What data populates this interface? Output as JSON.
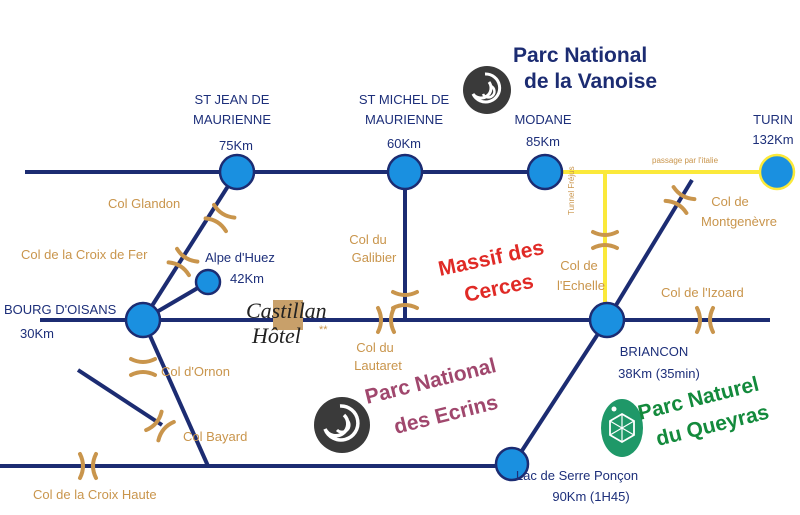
{
  "colors": {
    "road": "#1c2c72",
    "italy_road": "#fbe93a",
    "town_fill": "#1a90e0",
    "town_text": "#1d2f7a",
    "pass_text": "#c9954c",
    "pass_mark": "#c9954c",
    "vanoise": "#1c2c72",
    "cerces": "#e02a26",
    "ecrins": "#a0476d",
    "queyras": "#138a3c"
  },
  "towns": {
    "st_jean": {
      "name_line1": "ST JEAN DE",
      "name_line2": "MAURIENNE",
      "distance": "75Km"
    },
    "st_michel": {
      "name_line1": "ST MICHEL DE",
      "name_line2": "MAURIENNE",
      "distance": "60Km"
    },
    "modane": {
      "name": "MODANE",
      "distance": "85Km"
    },
    "turin": {
      "name": "TURIN",
      "distance": "132Km"
    },
    "alpe_dhuez": {
      "name": "Alpe d'Huez",
      "distance": "42Km"
    },
    "bourg_doisans": {
      "name": "BOURG D'OISANS",
      "distance": "30Km"
    },
    "briancon": {
      "name": "BRIANCON",
      "distance": "38Km (35min)"
    },
    "serre_poncon": {
      "name": "Lac de Serre Ponçon",
      "distance": "90Km (1H45)"
    }
  },
  "passes": {
    "glandon": "Col Glandon",
    "croix_de_fer": "Col de la Croix de Fer",
    "galibier_line1": "Col du",
    "galibier_line2": "Galibier",
    "lautaret_line1": "Col du",
    "lautaret_line2": "Lautaret",
    "ornon": "Col d'Ornon",
    "bayard": "Col Bayard",
    "croix_haute": "Col de la Croix Haute",
    "echelle_line1": "Col de",
    "echelle_line2": "l'Echelle",
    "izoard": "Col de l'Izoard",
    "montgenevre_line1": "Col de",
    "montgenevre_line2": "Montgenèvre"
  },
  "italy": {
    "passage": "passage par l'italie",
    "tunnel": "Tunnel Fréjus"
  },
  "parks": {
    "vanoise_line1": "Parc National",
    "vanoise_line2": "de la Vanoise",
    "cerces_line1": "Massif des",
    "cerces_line2": "Cerces",
    "ecrins_line1": "Parc National",
    "ecrins_line2": "des Ecrins",
    "queyras_line1": "Parc Naturel",
    "queyras_line2": "du Queyras"
  },
  "hotel": {
    "line1": "Castillan",
    "line2": "Hôtel",
    "stars": "**"
  }
}
